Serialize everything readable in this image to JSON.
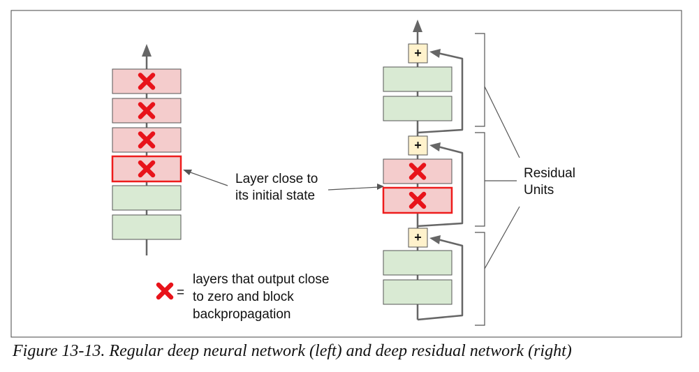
{
  "annotation": {
    "layer_close_line1": "Layer close to",
    "layer_close_line2": "its initial state"
  },
  "residual_label": {
    "line1": "Residual",
    "line2": "Units"
  },
  "legend": {
    "equals": "=",
    "line1": "layers that output close",
    "line2": "to zero and block",
    "line3": "backpropagation"
  },
  "plus_symbol": "+",
  "caption": "Figure 13-13. Regular deep neural network (left) and deep residual network (right)",
  "colors": {
    "red_fill": "#f4cccc",
    "green_fill": "#d9ead3",
    "plus_fill": "#fff2cc",
    "x_mark": "#e8131a",
    "highlight_border": "#ee1c1c",
    "line": "#666666"
  }
}
